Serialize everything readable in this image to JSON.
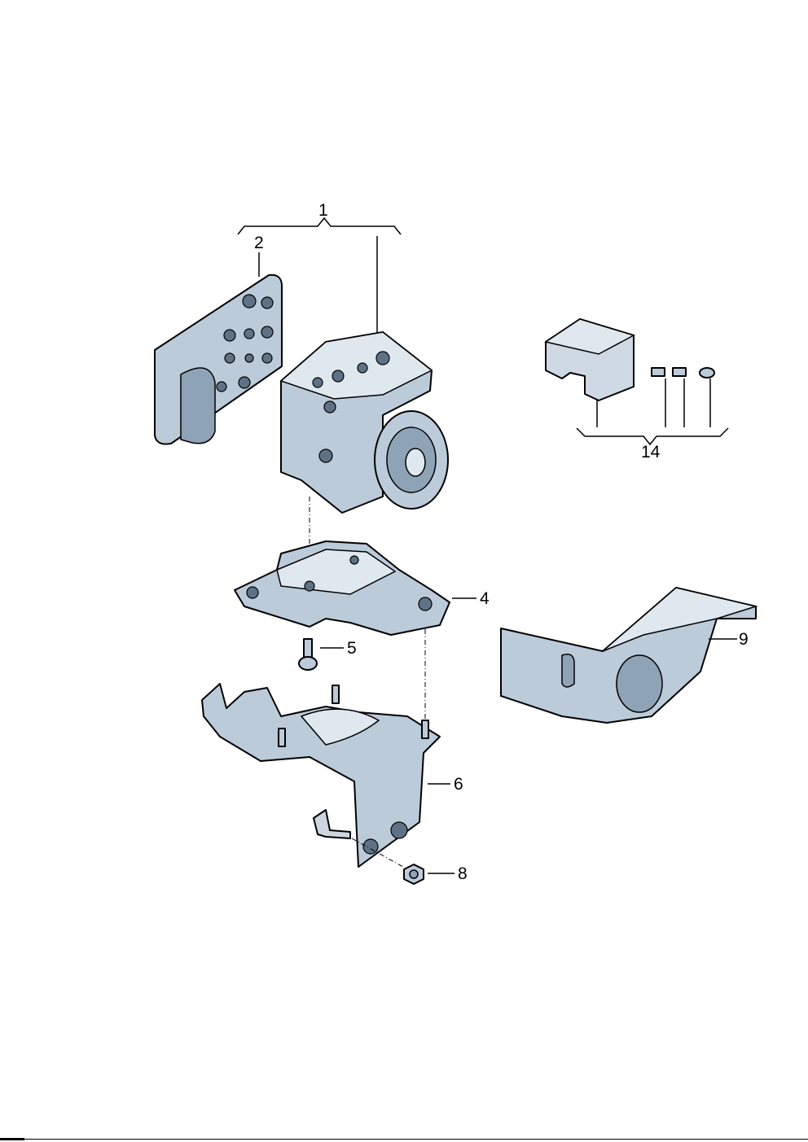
{
  "diagram": {
    "callouts": {
      "c1": "1",
      "c2": "2",
      "c4": "4",
      "c5": "5",
      "c6": "6",
      "c8": "8",
      "c9": "9",
      "c14": "14"
    },
    "colors": {
      "part_fill": "#bccbd9",
      "outline": "#000000"
    }
  }
}
